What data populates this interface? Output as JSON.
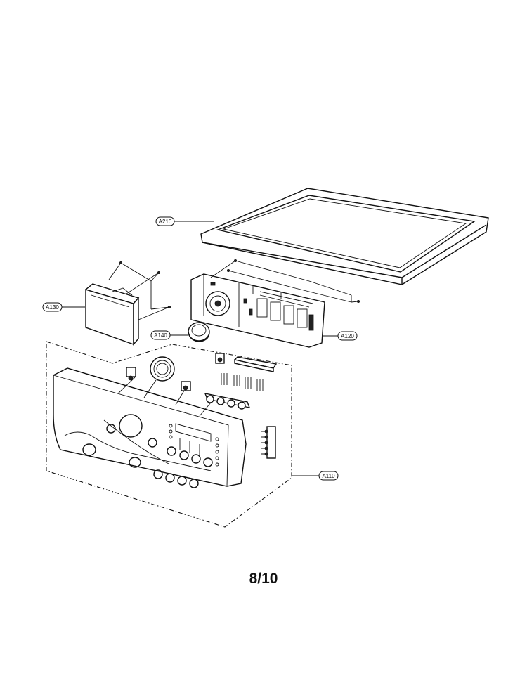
{
  "callouts": {
    "a210": "A210",
    "a130": "A130",
    "a140": "A140",
    "a120": "A120",
    "a110": "A110"
  },
  "page_number": "8/10"
}
